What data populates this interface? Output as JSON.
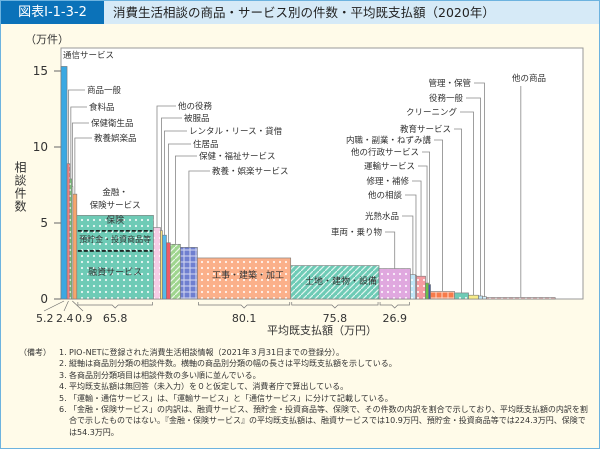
{
  "header": {
    "figure_id": "図表Ⅰ-1-3-2",
    "title": "消費生活相談の商品・サービス別の件数・平均既支払額（2020年）"
  },
  "chart_data": {
    "type": "variable-width bar (marimekko)",
    "y_unit": "（万件）",
    "ylabel": "相談件数",
    "xlabel": "平均既支払額（万円）",
    "ylim": [
      0,
      16
    ],
    "yticks": [
      0,
      5,
      10,
      15
    ],
    "grid": false,
    "bars": [
      {
        "name": "通信サービス",
        "count": 15.3,
        "avg_payment": 5.2,
        "color": "#3aa8e2",
        "pattern": "solid",
        "payment_label": "5.2"
      },
      {
        "name": "商品一般",
        "count": 8.9,
        "avg_payment": 2.4,
        "color": "#f08080",
        "pattern": "dots",
        "payment_label": "2.4"
      },
      {
        "name": "食料品",
        "count": 7.9,
        "avg_payment": 1.7,
        "color": "#7ccb7c",
        "pattern": "dots"
      },
      {
        "name": "保健衛生品",
        "count": 7.4,
        "avg_payment": 0.9,
        "color": "#ffffff",
        "pattern": "solid",
        "payment_label": "0.9"
      },
      {
        "name": "教養娯楽品",
        "count": 6.9,
        "avg_payment": 3.4,
        "color": "#f7a56b",
        "pattern": "solid"
      },
      {
        "name": "金融・保険サービス",
        "count": 5.5,
        "avg_payment": 65.8,
        "color": "#6ecbb6",
        "pattern": "dots",
        "payment_label": "65.8",
        "breakdown": [
          {
            "name": "融資サービス",
            "share": 0.575
          },
          {
            "name": "預貯金・投資商品等",
            "share": 0.24
          },
          {
            "name": "保険",
            "share": 0.185
          }
        ]
      },
      {
        "name": "他の役務",
        "count": 4.7,
        "avg_payment": 6.0,
        "color": "#f6cde6",
        "pattern": "dots"
      },
      {
        "name": "被服品",
        "count": 4.5,
        "avg_payment": 1.7,
        "color": "#f7e07a",
        "pattern": "solid"
      },
      {
        "name": "レンタル・リース・貸借",
        "count": 4.2,
        "avg_payment": 3.4,
        "color": "#56b8ea",
        "pattern": "solid"
      },
      {
        "name": "住居品",
        "count": 3.7,
        "avg_payment": 3.4,
        "color": "#ee5a68",
        "pattern": "solid"
      },
      {
        "name": "保健・福祉サービス",
        "count": 3.6,
        "avg_payment": 8.6,
        "color": "#9fd58f",
        "pattern": "hatch"
      },
      {
        "name": "教養・娯楽サービス",
        "count": 3.4,
        "avg_payment": 14.6,
        "color": "#6f7fd0",
        "pattern": "grid"
      },
      {
        "name": "工事・建築・加工",
        "count": 2.7,
        "avg_payment": 80.1,
        "color": "#fbb08a",
        "pattern": "dots",
        "payment_label": "80.1"
      },
      {
        "name": "土地・建物・設備",
        "count": 2.2,
        "avg_payment": 75.8,
        "color": "#6ecbb6",
        "pattern": "hatch",
        "payment_label": "75.8"
      },
      {
        "name": "車両・乗り物",
        "count": 2.0,
        "avg_payment": 26.9,
        "color": "#e0a8df",
        "pattern": "dots",
        "payment_label": "26.9"
      },
      {
        "name": "光熱水品",
        "count": 1.6,
        "avg_payment": 4.3,
        "color": "#bfe6f7",
        "pattern": "dots"
      },
      {
        "name": "他の相談",
        "count": 1.55,
        "avg_payment": 1.0,
        "color": "#f6cde6",
        "pattern": "solid"
      },
      {
        "name": "修理・補修",
        "count": 1.5,
        "avg_payment": 7.7,
        "color": "#f59aa0",
        "pattern": "dots"
      },
      {
        "name": "運輸サービス",
        "count": 1.05,
        "avg_payment": 2.6,
        "color": "#6cc24a",
        "pattern": "solid"
      },
      {
        "name": "他の行政サービス",
        "count": 0.95,
        "avg_payment": 1.7,
        "color": "#3d5bb5",
        "pattern": "solid"
      },
      {
        "name": "内職・副業・ねずみ講",
        "count": 0.5,
        "avg_payment": 20.6,
        "color": "#f77b4a",
        "pattern": "grid"
      },
      {
        "name": "教育サービス",
        "count": 0.4,
        "avg_payment": 12.0,
        "color": "#6ecbb6",
        "pattern": "dots"
      },
      {
        "name": "クリーニング",
        "count": 0.25,
        "avg_payment": 8.6,
        "color": "#f7ec8a",
        "pattern": "solid"
      },
      {
        "name": "役務一般",
        "count": 0.2,
        "avg_payment": 3.4,
        "color": "#bfe6f7",
        "pattern": "solid"
      },
      {
        "name": "管理・保管",
        "count": 0.15,
        "avg_payment": 3.4,
        "color": "#d5eef9",
        "pattern": "solid"
      },
      {
        "name": "他の商品",
        "count": 0.1,
        "avg_payment": 59.0,
        "color": "#e7b9b9",
        "pattern": "dots"
      }
    ]
  },
  "notes": {
    "label": "（備考）",
    "items": [
      {
        "n": "1.",
        "text": "PIO-NETに登録された消費生活相談情報（2021年３月31日までの登録分）。"
      },
      {
        "n": "2.",
        "text": "縦軸は商品別分類の相談件数。横軸の商品別分類の幅の長さは平均既支払額を示している。"
      },
      {
        "n": "3.",
        "text": "各商品別分類項目は相談件数の多い順に並んでいる。"
      },
      {
        "n": "4.",
        "text": "平均既支払額は無回答（未入力）を０と仮定して、消費者庁で算出している。"
      },
      {
        "n": "5.",
        "text": "「運輸・通信サービス」は、「運輸サービス」と「通信サービス」に分けて記載している。"
      },
      {
        "n": "6.",
        "text": "「金融・保険サービス」の内訳は、融資サービス、預貯金・投資商品等、保険で、その件数の内訳を割合で示しており、平均既支払額の内訳を割合で示したものではない。『金融・保険サービス』の平均既支払額は、融資サービスでは10.9万円、預貯金・投資商品等では224.3万円、保険では54.3万円。"
      }
    ]
  }
}
